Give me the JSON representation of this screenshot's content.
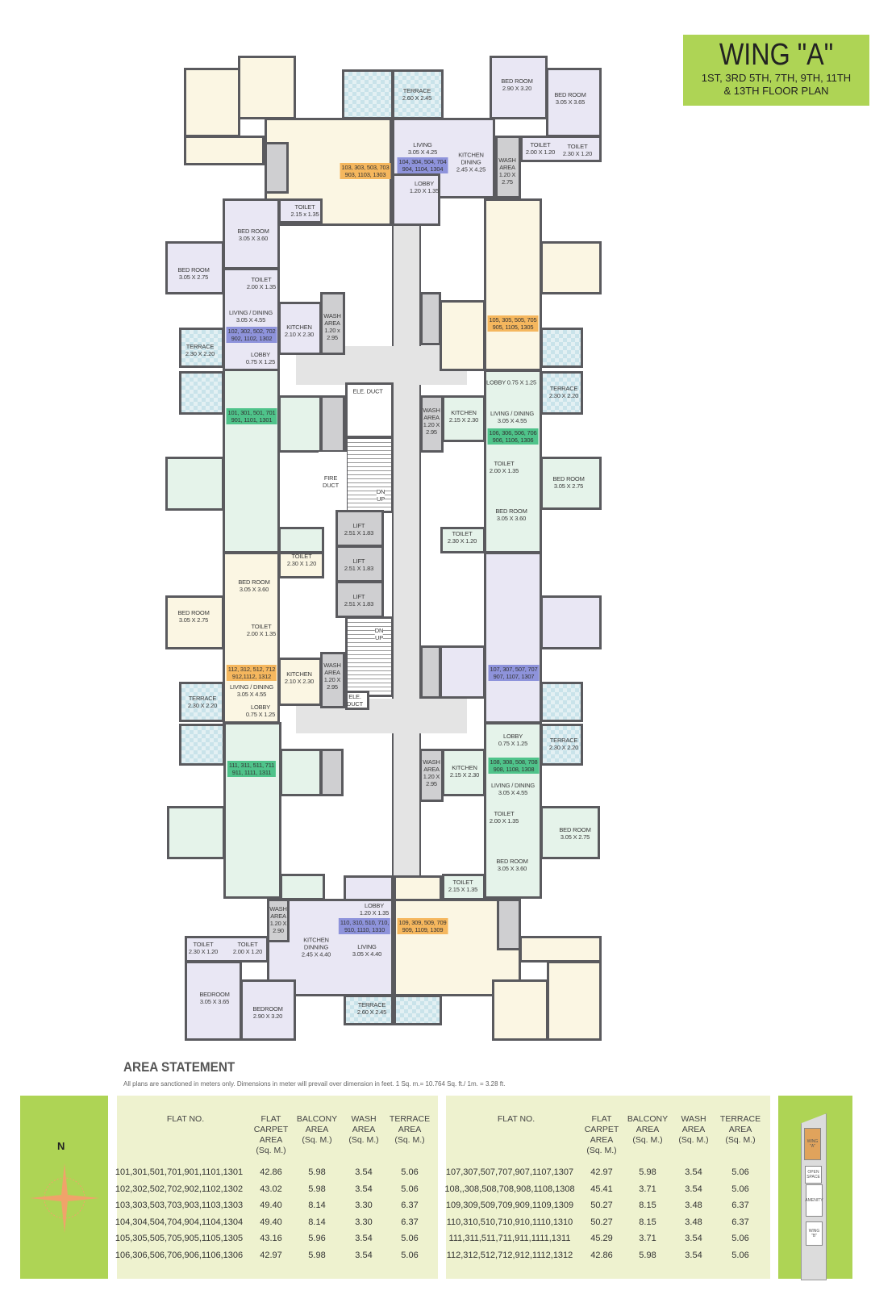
{
  "title": {
    "wing": "WING \"A\"",
    "floors_line1": "1ST, 3RD 5TH, 7TH, 9TH, 11TH",
    "floors_line2": "& 13TH FLOOR PLAN"
  },
  "plan": {
    "rooms": [
      {
        "name": "TERRACE",
        "dim": "2.60 X 2.45"
      },
      {
        "name": "LIVING",
        "dim": "3.05 X 4.25"
      },
      {
        "name": "LOBBY",
        "dim": "1.20 X 1.35"
      },
      {
        "name": "KITCHEN DINING",
        "dim": "2.45 X 4.25"
      },
      {
        "name": "BED ROOM",
        "dim": "2.90 X 3.20"
      },
      {
        "name": "BED ROOM",
        "dim": "3.05 X 3.65"
      },
      {
        "name": "TOILET",
        "dim": "2.00 X 1.20"
      },
      {
        "name": "TOILET",
        "dim": "2.30 X 1.20"
      },
      {
        "name": "WASH AREA",
        "dim": "1.20 X 2.75"
      },
      {
        "name": "TOILET",
        "dim": "2.15 x 1.35"
      },
      {
        "name": "BED ROOM",
        "dim": "3.05 X 3.60"
      },
      {
        "name": "BED ROOM",
        "dim": "3.05 X 2.75"
      },
      {
        "name": "TOILET",
        "dim": "2.00 X 1.35"
      },
      {
        "name": "LIVING / DINING",
        "dim": "3.05 X 4.55"
      },
      {
        "name": "KITCHEN",
        "dim": "2.10 X 2.30"
      },
      {
        "name": "WASH AREA",
        "dim": "1.20 x 2.95"
      },
      {
        "name": "TERRACE",
        "dim": "2.30 X 2.20"
      },
      {
        "name": "LOBBY",
        "dim": "0.75 X 1.25"
      },
      {
        "name": "LOBBY 0.75 X 1.25",
        "dim": ""
      },
      {
        "name": "TERRACE",
        "dim": "2.30 X 2.20"
      },
      {
        "name": "WASH AREA",
        "dim": "1.20 X 2.95"
      },
      {
        "name": "KITCHEN",
        "dim": "2.15 X 2.30"
      },
      {
        "name": "LIVING / DINING",
        "dim": "3.05 X 4.55"
      },
      {
        "name": "TOILET",
        "dim": "2.00 X 1.35"
      },
      {
        "name": "BED ROOM",
        "dim": "3.05 X 2.75"
      },
      {
        "name": "BED ROOM",
        "dim": "3.05 X 3.60"
      },
      {
        "name": "TOILET",
        "dim": "2.30 X 1.20"
      },
      {
        "name": "TOILET",
        "dim": "2.30 X 1.20"
      },
      {
        "name": "BED ROOM",
        "dim": "3.05 X 3.60"
      },
      {
        "name": "BED ROOM",
        "dim": "3.05 X 2.75"
      },
      {
        "name": "TOILET",
        "dim": "2.00 X 1.35"
      },
      {
        "name": "LIVING / DINING",
        "dim": "3.05 X 4.55"
      },
      {
        "name": "KITCHEN",
        "dim": "2.10 X 2.30"
      },
      {
        "name": "WASH AREA",
        "dim": "1.20 X 2.95"
      },
      {
        "name": "TERRACE",
        "dim": "2.30 X 2.20"
      },
      {
        "name": "LOBBY",
        "dim": "0.75 X 1.25"
      },
      {
        "name": "LOBBY",
        "dim": "0.75 X 1.25"
      },
      {
        "name": "TERRACE",
        "dim": "2.30 X 2.20"
      },
      {
        "name": "WASH AREA",
        "dim": "1.20 X 2.95"
      },
      {
        "name": "KITCHEN",
        "dim": "2.15 X 2.30"
      },
      {
        "name": "LIVING / DINING",
        "dim": "3.05 X 4.55"
      },
      {
        "name": "TOILET",
        "dim": "2.00 X 1.35"
      },
      {
        "name": "BED ROOM",
        "dim": "3.05 X 2.75"
      },
      {
        "name": "BED ROOM",
        "dim": "3.05 X 3.60"
      },
      {
        "name": "TOILET",
        "dim": "2.15 X 1.35"
      },
      {
        "name": "WASH AREA",
        "dim": "1.20 X 2.90"
      },
      {
        "name": "LOBBY",
        "dim": "1.20 X 1.35"
      },
      {
        "name": "KITCHEN DINNING",
        "dim": "2.45 X 4.40"
      },
      {
        "name": "LIVING",
        "dim": "3.05 X 4.40"
      },
      {
        "name": "TOILET",
        "dim": "2.30 X 1.20"
      },
      {
        "name": "TOILET",
        "dim": "2.00 X 1.20"
      },
      {
        "name": "BEDROOM",
        "dim": "3.05 X 3.65"
      },
      {
        "name": "BEDROOM",
        "dim": "2.90 X 3.20"
      },
      {
        "name": "TERRACE",
        "dim": "2.60 X 2.45"
      }
    ],
    "core": {
      "ele_duct": "ELE. DUCT",
      "ele_duct_2": "ELE. DUCT",
      "fire_duct": "FIRE DUCT",
      "lift": {
        "name": "LIFT",
        "dim": "2.51 X 1.83"
      },
      "dn": "DN",
      "up": "UP"
    },
    "unit_tags": [
      {
        "line1": "103, 303, 503, 703",
        "line2": "903, 1103, 1303",
        "color": "#f5b75e"
      },
      {
        "line1": "104, 304, 504, 704",
        "line2": "904, 1104, 1304",
        "color": "#8e93db"
      },
      {
        "line1": "102, 302, 502, 702",
        "line2": "902, 1102, 1302",
        "color": "#8e93db"
      },
      {
        "line1": "105, 305, 505, 705",
        "line2": "905, 1105, 1305",
        "color": "#f5b75e"
      },
      {
        "line1": "101, 301, 501, 701",
        "line2": "901, 1101, 1301",
        "color": "#4fc38a"
      },
      {
        "line1": "106, 306, 506, 706",
        "line2": "906, 1106, 1306",
        "color": "#4fc38a"
      },
      {
        "line1": "112, 312, 512, 712",
        "line2": "912,1112, 1312",
        "color": "#f5b75e"
      },
      {
        "line1": "107, 307, 507, 707",
        "line2": "907, 1107, 1307",
        "color": "#8e93db"
      },
      {
        "line1": "111, 311, 511, 711",
        "line2": "911, 1111, 1311",
        "color": "#4fc38a"
      },
      {
        "line1": "108, 308, 508, 708",
        "line2": "908, 1108, 1308",
        "color": "#4fc38a"
      },
      {
        "line1": "110, 310, 510, 710,",
        "line2": "910, 1110, 1310",
        "color": "#8e93db"
      },
      {
        "line1": "109, 309, 509, 709",
        "line2": "909, 1109, 1309",
        "color": "#f5b75e"
      }
    ]
  },
  "area_statement": {
    "heading": "AREA STATEMENT",
    "note": "All plans are sanctioned in meters only.  Dimensions in meter will prevail over dimension in feet. 1 Sq. m.= 10.764 Sq. ft./ 1m. = 3.28 ft.",
    "headers": {
      "flat_no": "FLAT NO.",
      "carpet": [
        "FLAT",
        "CARPET",
        "AREA",
        "(Sq. M.)"
      ],
      "balcony": [
        "BALCONY",
        "AREA",
        "(Sq. M.)"
      ],
      "wash": [
        "WASH",
        "AREA",
        "(Sq. M.)"
      ],
      "terrace": [
        "TERRACE",
        "AREA",
        "(Sq. M.)"
      ]
    },
    "left_rows": [
      [
        "101,301,501,701,901,1101,1301",
        "42.86",
        "5.98",
        "3.54",
        "5.06"
      ],
      [
        "102,302,502,702,902,1102,1302",
        "43.02",
        "5.98",
        "3.54",
        "5.06"
      ],
      [
        "103,303,503,703,903,1103,1303",
        "49.40",
        "8.14",
        "3.30",
        "6.37"
      ],
      [
        "104,304,504,704,904,1104,1304",
        "49.40",
        "8.14",
        "3.30",
        "6.37"
      ],
      [
        "105,305,505,705,905,1105,1305",
        "43.16",
        "5.96",
        "3.54",
        "5.06"
      ],
      [
        "106,306,506,706,906,1106,1306",
        "42.97",
        "5.98",
        "3.54",
        "5.06"
      ]
    ],
    "right_rows": [
      [
        "107,307,507,707,907,1107,1307",
        "42.97",
        "5.98",
        "3.54",
        "5.06"
      ],
      [
        "108,,308,508,708,908,1108,1308",
        "45.41",
        "3.71",
        "3.54",
        "5.06"
      ],
      [
        "109,309,509,709,909,1109,1309",
        "50.27",
        "8.15",
        "3.48",
        "6.37"
      ],
      [
        "110,310,510,710,910,1110,1310",
        "50.27",
        "8.15",
        "3.48",
        "6.37"
      ],
      [
        "111,311,511,711,911,1111,1311",
        "45.29",
        "3.71",
        "3.54",
        "5.06"
      ],
      [
        "112,312,512,712,912,1112,1312",
        "42.86",
        "5.98",
        "3.54",
        "5.06"
      ]
    ]
  },
  "compass": {
    "north_label": "N"
  },
  "key_plan": {
    "wing_a": "WING \"A\"",
    "open_space": "OPEN SPACE",
    "amenity": "AMENITY",
    "wing_b": "WING \"B\""
  },
  "colors": {
    "brand_green": "#aed455",
    "table_bg": "#eef2cf",
    "tag_orange": "#f5b75e",
    "tag_purple": "#8e93db",
    "tag_green": "#4fc38a"
  }
}
